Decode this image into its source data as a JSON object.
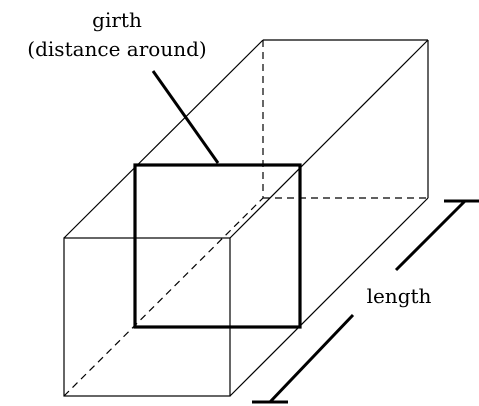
{
  "labels": {
    "girth_line1": "girth",
    "girth_line2": "(distance around)",
    "length": "length"
  },
  "colors": {
    "stroke": "#000000",
    "background": "#ffffff"
  }
}
